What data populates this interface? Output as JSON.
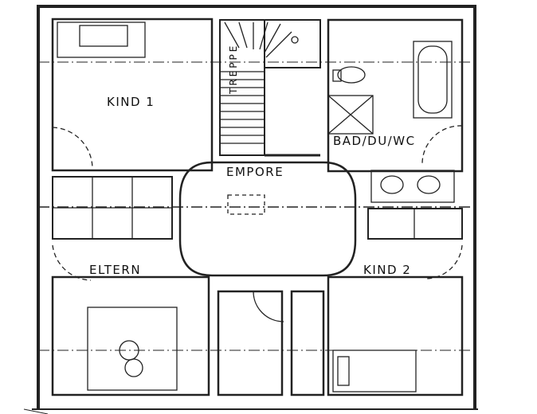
{
  "rooms": {
    "kind1": "KIND 1",
    "treppe": "TREPPE",
    "bad": "BAD/DU/WC",
    "empore": "EMPORE",
    "eltern": "ELTERN",
    "kind2": "KIND 2"
  },
  "colors": {
    "wall": "#111111",
    "line": "#222222",
    "background": "#ffffff"
  }
}
